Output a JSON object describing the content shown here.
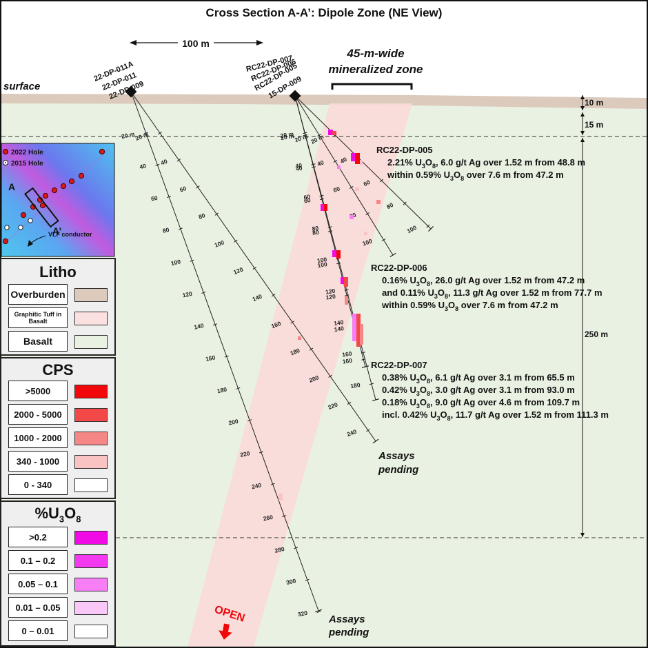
{
  "title": "Cross Section A-A’: Dipole Zone (NE View)",
  "scale_bar": "100 m",
  "surface_label": "surface",
  "zone_label_line1": "45-m-wide",
  "zone_label_line2": "mineralized zone",
  "open_label": "OPEN",
  "depth_labels": {
    "overburden": "10 m",
    "upper": "15 m",
    "section": "250 m"
  },
  "collars": {
    "left": [
      "22-DP-011A",
      "22-DP-011",
      "22-DP-009"
    ],
    "right": [
      "RC22-DP-007",
      "RC22-DP-006",
      "RC22-DP-005",
      "15-DP-009"
    ]
  },
  "assays_pending": [
    "Assays",
    "pending"
  ],
  "results": [
    {
      "hole": "RC22-DP-005",
      "lines": [
        [
          "2.21% U",
          "3",
          "O",
          "8",
          ", 6.0 g/t Ag over 1.52 m from 48.8 m"
        ],
        [
          "within 0.59% U",
          "3",
          "O",
          "8",
          " over 7.6 m from 47.2 m"
        ]
      ]
    },
    {
      "hole": "RC22-DP-006",
      "lines": [
        [
          "0.16% U",
          "3",
          "O",
          "8",
          ", 26.0 g/t Ag over 1.52 m from 47.2 m"
        ],
        [
          "and 0.11% U",
          "3",
          "O",
          "8",
          ", 11.3 g/t Ag over 1.52 m from 77.7 m"
        ],
        [
          "within 0.59% U",
          "3",
          "O",
          "8",
          " over 7.6 m from 47.2 m"
        ]
      ]
    },
    {
      "hole": "RC22-DP-007",
      "lines": [
        [
          "0.38% U",
          "3",
          "O",
          "8",
          ", 6.1 g/t Ag over 3.1 m from 65.5 m"
        ],
        [
          "0.42% U",
          "3",
          "O",
          "8",
          ", 3.0 g/t Ag over 3.1 m from 93.0 m"
        ],
        [
          "0.18% U",
          "3",
          "O",
          "8",
          ", 9.0 g/t Ag over 4.6 m from 109.7 m"
        ],
        [
          "incl. 0.42% U",
          "3",
          "O",
          "8",
          ", 11.7 g/t Ag over 1.52 m from 111.3 m"
        ]
      ]
    }
  ],
  "inset": {
    "legend_2022": "2022 Hole",
    "legend_2015": "2015 Hole",
    "a": "A",
    "a_prime": "A’",
    "vlf": "VLF conductor"
  },
  "litho": {
    "title": "Litho",
    "items": [
      {
        "label": "Overburden",
        "color": "#dccbbd"
      },
      {
        "label": "Graphitic Tuff in Basalt",
        "color": "#fbe0e0"
      },
      {
        "label": "Basalt",
        "color": "#e9f1e2"
      }
    ]
  },
  "cps": {
    "title": "CPS",
    "items": [
      {
        "label": ">5000",
        "color": "#f2070b"
      },
      {
        "label": "2000 - 5000",
        "color": "#f24848"
      },
      {
        "label": "1000 - 2000",
        "color": "#f58787"
      },
      {
        "label": "340 - 1000",
        "color": "#fac3c3"
      },
      {
        "label": "0 - 340",
        "color": "#ffffff"
      }
    ]
  },
  "u3o8": {
    "title_prefix": "%U",
    "title_sub1": "3",
    "title_mid": "O",
    "title_sub2": "8",
    "items": [
      {
        "label": ">0.2",
        "color": "#f00ae6"
      },
      {
        "label": "0.1 – 0.2",
        "color": "#f43af0"
      },
      {
        "label": "0.05 – 0.1",
        "color": "#f77ef5"
      },
      {
        "label": "0.01 – 0.05",
        "color": "#fac8f8"
      },
      {
        "label": "0 – 0.01",
        "color": "#ffffff"
      }
    ]
  },
  "ticks": {
    "h1": [
      "20 m",
      "40",
      "60",
      "80",
      "100",
      "120",
      "140",
      "160",
      "180",
      "200",
      "220",
      "240",
      "260",
      "280",
      "300",
      "320"
    ],
    "h2": [
      "20 m",
      "40",
      "60",
      "80",
      "100",
      "120",
      "140",
      "160",
      "180",
      "200",
      "220",
      "240"
    ],
    "r1": [
      "20 m",
      "40",
      "60",
      "80",
      "100",
      "120",
      "140",
      "160"
    ],
    "r2": [
      "20 m",
      "40",
      "60",
      "80",
      "100",
      "120",
      "140",
      "160",
      "180"
    ],
    "r3": [
      "20 m",
      "40",
      "60",
      "80",
      "100"
    ],
    "r4": [
      "20 m",
      "40",
      "60",
      "80",
      "100"
    ]
  }
}
